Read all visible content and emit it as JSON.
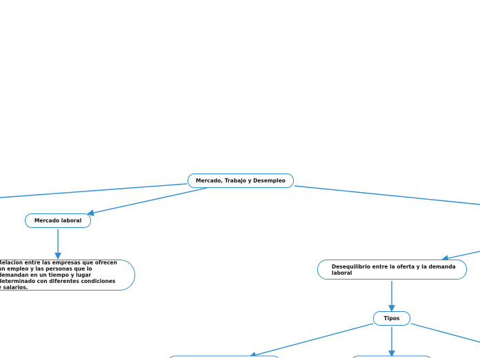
{
  "diagram": {
    "line_color": "#2b8fd6",
    "nodes": {
      "root": {
        "label": "Mercado, Trabajo y Desempleo"
      },
      "mercado_laboral": {
        "label": "Mercado laboral"
      },
      "definicion": {
        "label": "Relacion entre las empresas que ofrecen un empleo y las personas que lo demandan en un tiempo y lugar determinado con diferentes condiciones y salarios."
      },
      "desequilibrio": {
        "label": "Desequilibrio entre la oferta y la demanda laboral"
      },
      "tipos": {
        "label": "Tipos"
      }
    }
  }
}
